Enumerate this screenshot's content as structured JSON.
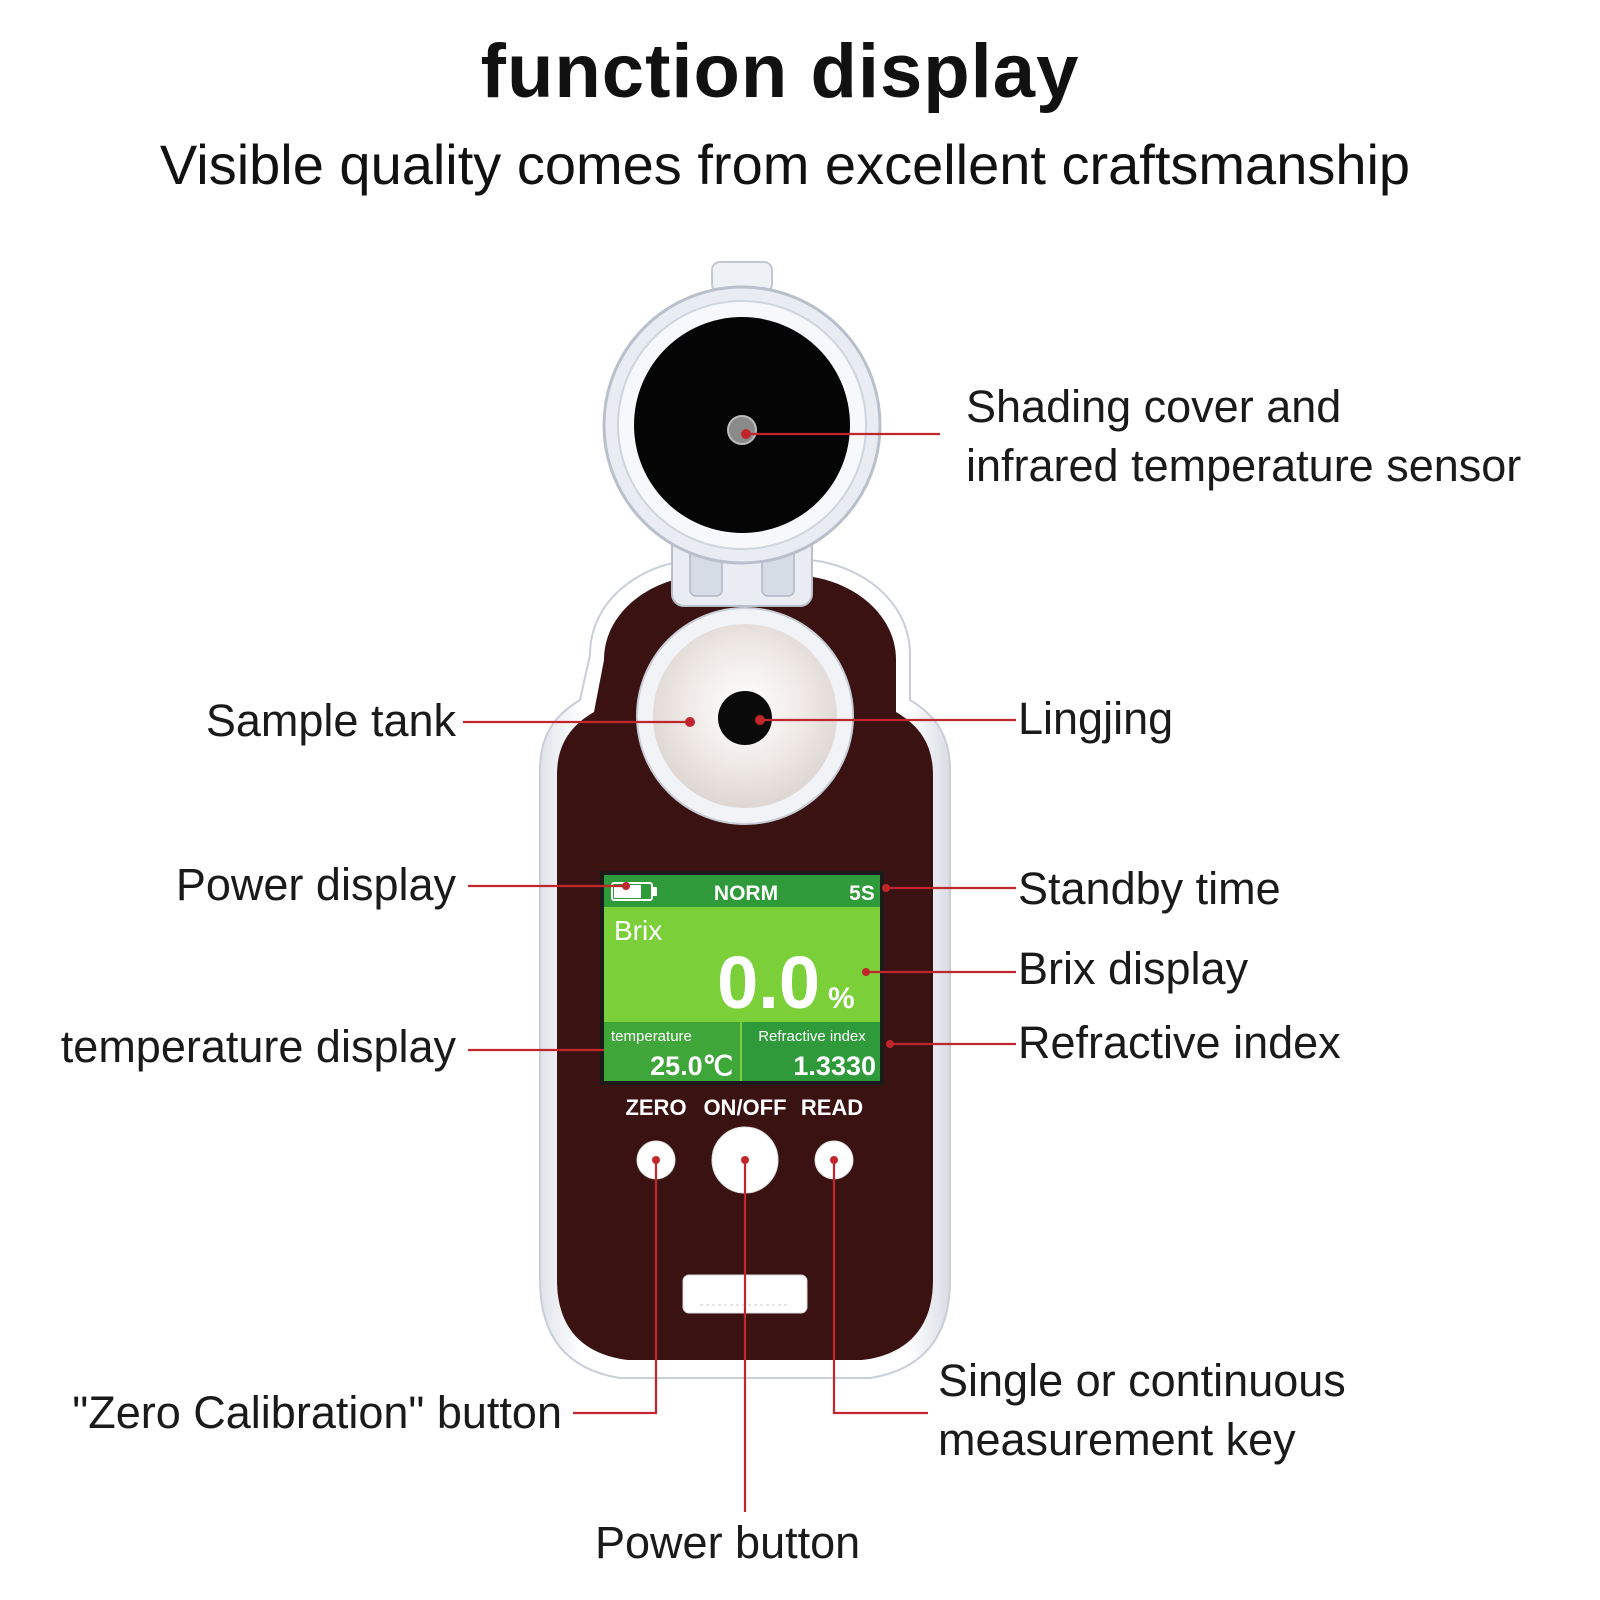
{
  "heading": {
    "title": "function display",
    "subtitle": "Visible quality comes from excellent craftsmanship"
  },
  "screen": {
    "mode": "NORM",
    "standby": "5S",
    "brix_label": "Brix",
    "brix_value": "0.0",
    "brix_unit": "%",
    "temperature_label": "temperature",
    "temperature_value": "25.0℃",
    "refractive_label": "Refractive index",
    "refractive_value": "1.3330",
    "battery_level": 0.75
  },
  "buttons": {
    "zero": "ZERO",
    "onoff": "ON/OFF",
    "read": "READ"
  },
  "callouts": {
    "shading_line1": "Shading cover and",
    "shading_line2": "infrared temperature sensor",
    "sample_tank": "Sample tank",
    "lingjing": "Lingjing",
    "power_display": "Power display",
    "standby_time": "Standby time",
    "brix_display": "Brix display",
    "temperature_display": "temperature display",
    "refractive_index": "Refractive index",
    "zero_calibration": "\"Zero Calibration\" button",
    "single_line1": "Single or continuous",
    "single_line2": "measurement key",
    "power_button": "Power button"
  },
  "colors": {
    "body": "#3a1212",
    "shell": "#f4f6f9",
    "screen_green": "#7bd03a",
    "screen_bar": "#2e9a3a",
    "leader": "#c0262b"
  }
}
